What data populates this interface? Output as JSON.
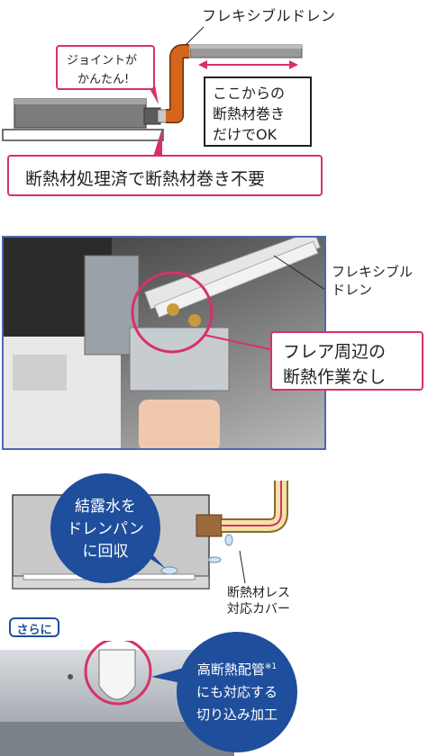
{
  "section1": {
    "flexible_drain_label": "フレキシブルドレン",
    "joint_bubble": [
      "ジョイントが",
      "かんたん!"
    ],
    "insulation_note": [
      "ここからの",
      "断熱材巻き",
      "だけでOK"
    ],
    "banner": "断熱材処理済で断熱材巻き不要"
  },
  "section2": {
    "flexible_drain_label": [
      "フレキシブル",
      "ドレン"
    ],
    "flare_callout": [
      "フレア周辺の",
      "断熱作業なし"
    ]
  },
  "section3": {
    "condensation_bubble": [
      "結露水を",
      "ドレンパン",
      "に回収"
    ],
    "cover_label": [
      "断熱材レス",
      "対応カバー"
    ]
  },
  "section4": {
    "badge": "さらに",
    "notch_bubble": [
      "高断熱配管",
      "※1",
      "にも対応する",
      "切り込み加工"
    ]
  },
  "colors": {
    "accent_pink": "#d8306c",
    "bubble_blue": "#1f4e9c",
    "drain_orange": "#d4651a",
    "photo_border": "#4a69b0"
  }
}
